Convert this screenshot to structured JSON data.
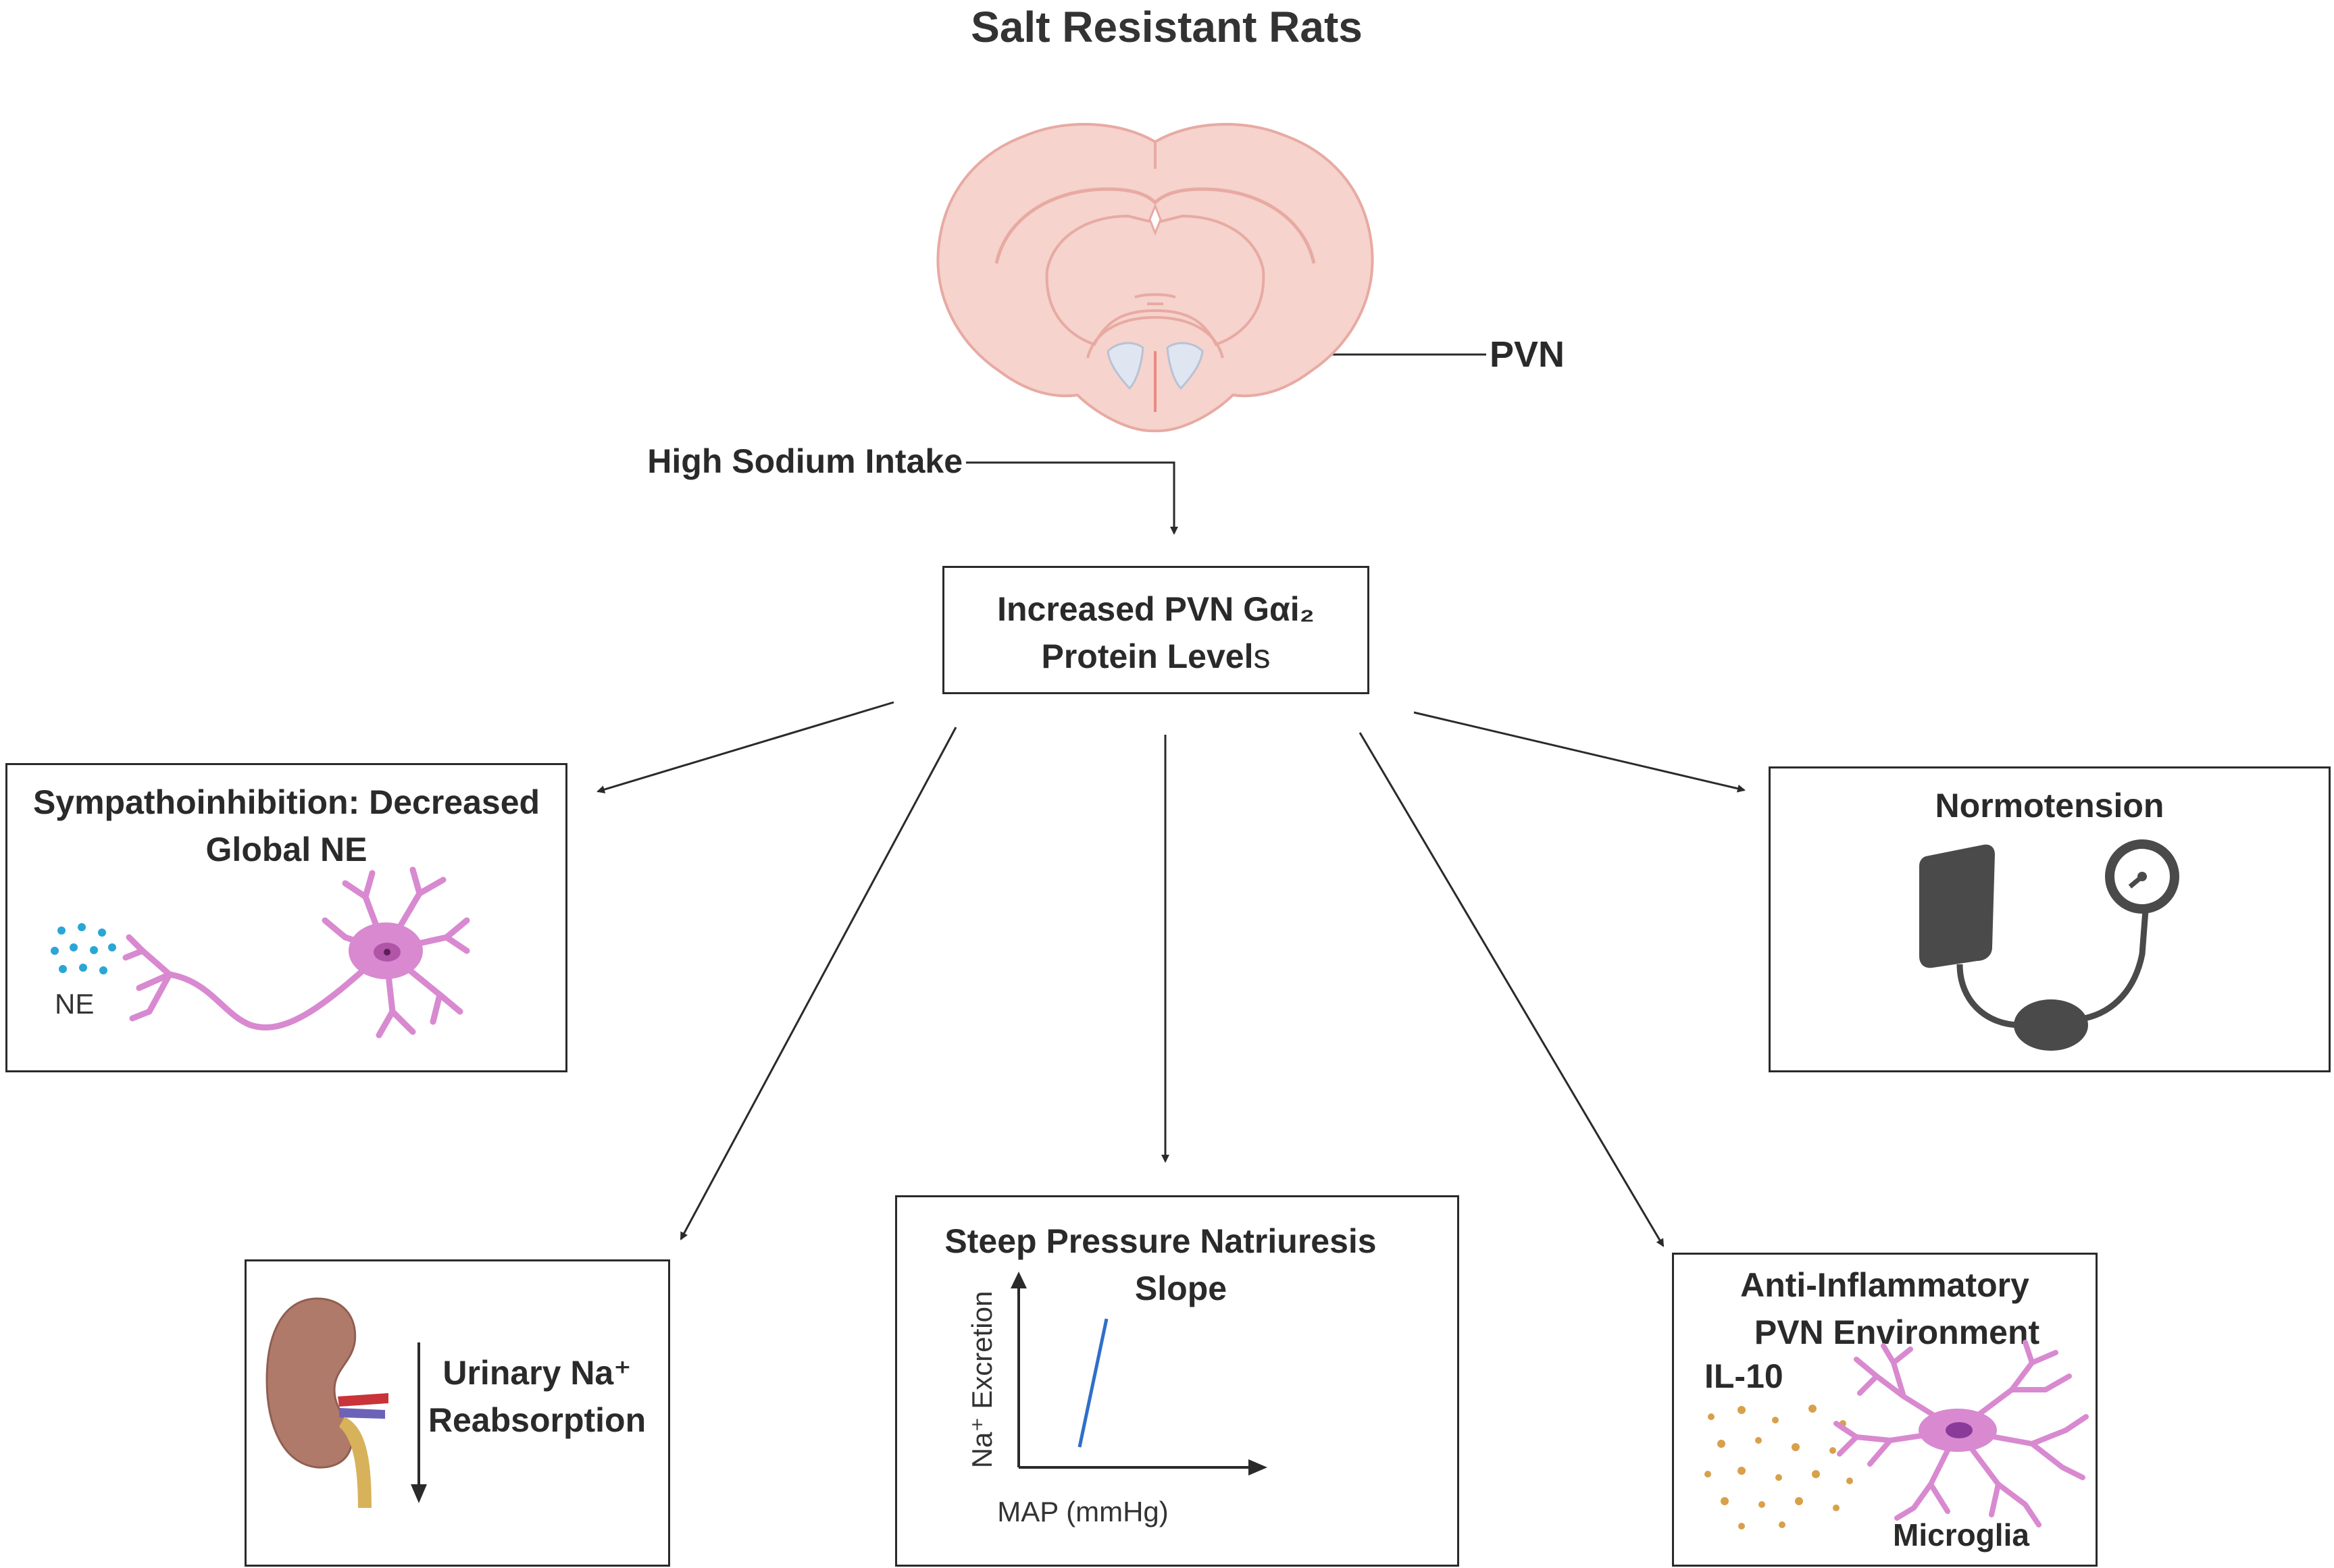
{
  "title": "Salt Resistant Rats",
  "brain": {
    "pvn_label": "PVN"
  },
  "input_label": "High Sodium Intake",
  "center_box": {
    "line1": "Increased PVN Gαi₂",
    "line2_bold": "Protein Level",
    "line2_tail": "s"
  },
  "outcomes": {
    "sympathoinhibition": {
      "line1": "Sympathoinhibition: Decreased",
      "line2": "Global NE",
      "ne_label": "NE"
    },
    "normotension": {
      "label": "Normotension"
    },
    "urinary": {
      "line1": "Urinary Na⁺",
      "line2": "Reabsorption"
    },
    "natriuresis": {
      "line1": "Steep Pressure Natriuresis",
      "line2": "Slope",
      "y_axis": "Na⁺ Excretion",
      "x_axis": "MAP (mmHg)"
    },
    "anti_inflammatory": {
      "line1": "Anti-Inflammatory",
      "line2": "PVN Environment",
      "cytokine": "IL-10",
      "cell_label": "Microglia"
    }
  },
  "colors": {
    "line": "#2a2a2a",
    "neuron": "#d889d0",
    "ne_dots": "#2aa6d6",
    "il10_dots": "#d9a04a",
    "brain": "#f6d3cd",
    "cuff": "#4a4a4a",
    "kidney": "#b07a6a",
    "slope_line": "#2f6fc9"
  },
  "icons": [
    "brain-icon",
    "neuron-icon",
    "blood-pressure-cuff-icon",
    "kidney-icon",
    "microglia-icon"
  ]
}
